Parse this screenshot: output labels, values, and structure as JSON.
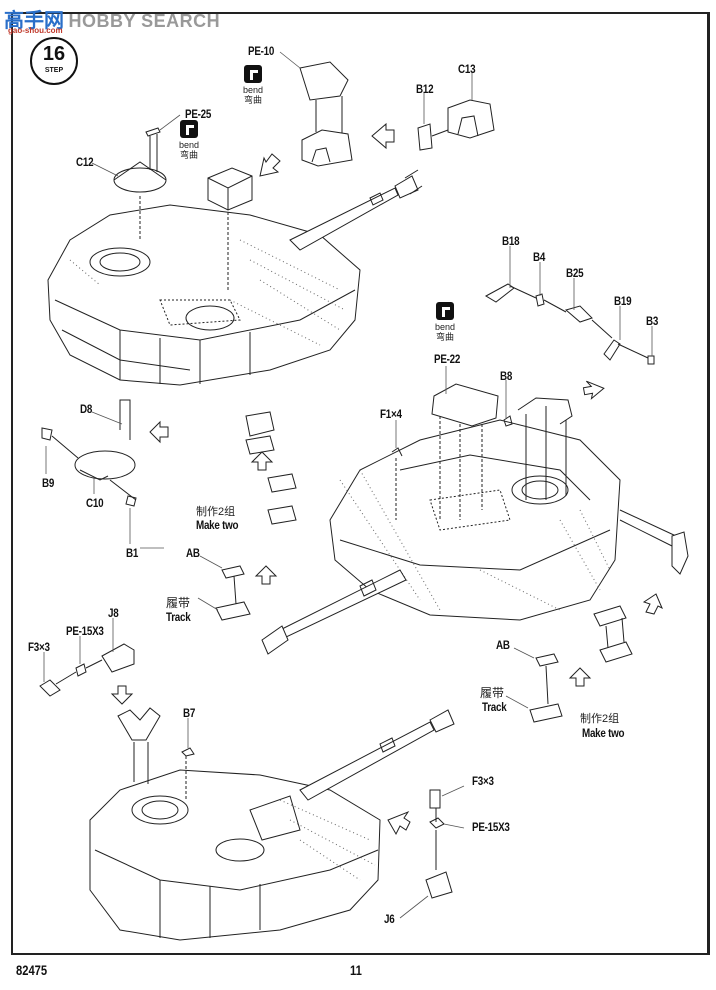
{
  "watermark": {
    "site_cn": "高手网",
    "brand": "HOBBY SEARCH",
    "url": "gao-shou.com"
  },
  "step": {
    "number": "16",
    "label": "STEP"
  },
  "bend_notes": [
    {
      "en": "bend",
      "cn": "弯曲"
    },
    {
      "en": "bend",
      "cn": "弯曲"
    },
    {
      "en": "bend",
      "cn": "弯曲"
    }
  ],
  "part_labels": {
    "pe10": "PE-10",
    "pe25": "PE-25",
    "c12": "C12",
    "b12": "B12",
    "c13": "C13",
    "b18": "B18",
    "b4": "B4",
    "b25": "B25",
    "b19": "B19",
    "b3": "B3",
    "pe22": "PE-22",
    "b8": "B8",
    "f1x4": "F1×4",
    "d8": "D8",
    "b9": "B9",
    "c10": "C10",
    "b1": "B1",
    "ab_left": "AB",
    "ab_right": "AB",
    "f3x3_left": "F3×3",
    "pe15x3_left": "PE-15X3",
    "j8": "J8",
    "b7": "B7",
    "f3x3_right": "F3×3",
    "pe15x3_right": "PE-15X3",
    "j6": "J6"
  },
  "notes": {
    "make_two_left_cn": "制作2组",
    "make_two_left_en": "Make two",
    "track_left_cn": "履带",
    "track_left_en": "Track",
    "track_right_cn": "履带",
    "track_right_en": "Track",
    "make_two_right_cn": "制作2组",
    "make_two_right_en": "Make two"
  },
  "footer": {
    "kit_number": "82475",
    "page_number": "11"
  }
}
